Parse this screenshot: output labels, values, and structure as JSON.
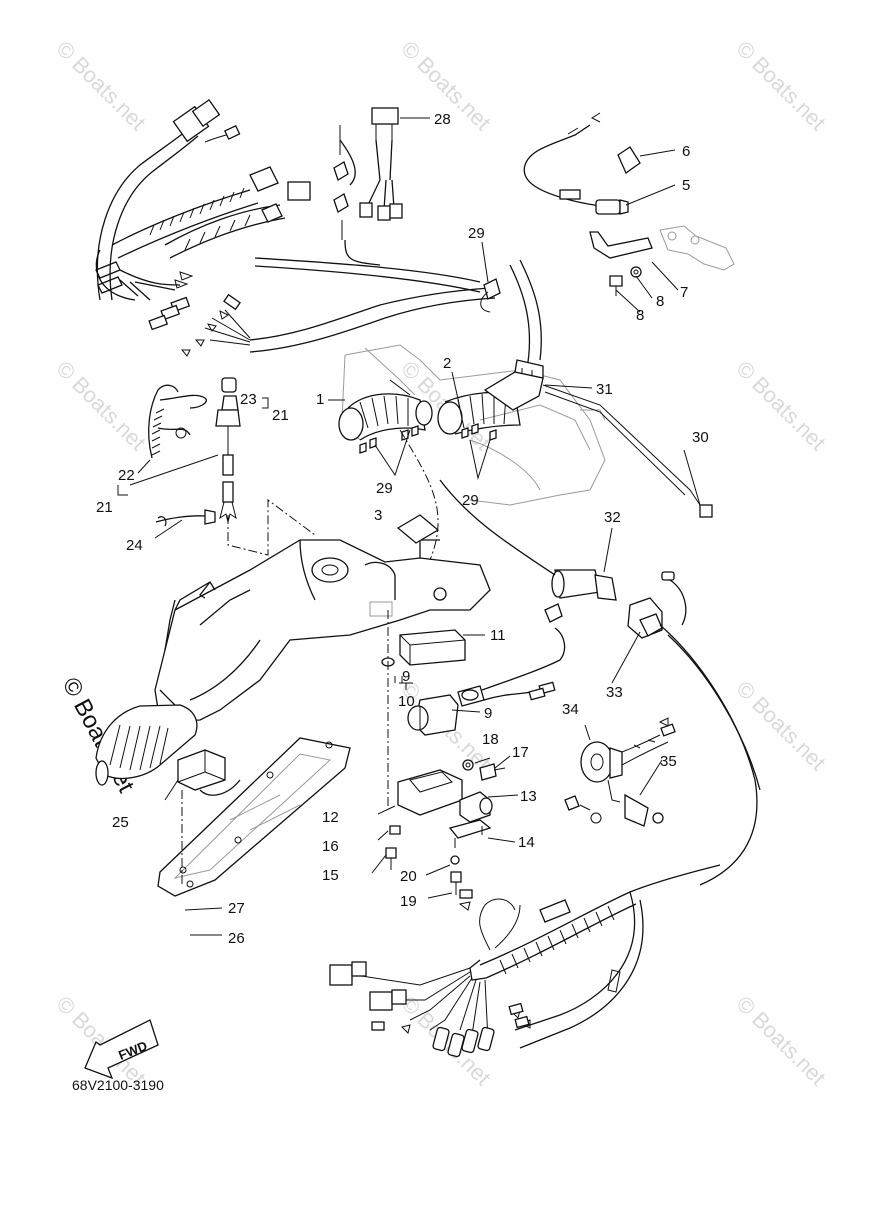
{
  "diagram": {
    "part_code": "68V2100-3190",
    "watermark": "© Boats.net",
    "fwd_label": "FWD",
    "callouts": [
      "1",
      "2",
      "3",
      "4",
      "5",
      "6",
      "7",
      "8",
      "9",
      "9",
      "10",
      "11",
      "12",
      "13",
      "14",
      "15",
      "16",
      "17",
      "18",
      "19",
      "20",
      "21",
      "21",
      "22",
      "23",
      "24",
      "25",
      "26",
      "27",
      "28",
      "29",
      "29",
      "29",
      "30",
      "31",
      "32",
      "33",
      "34",
      "35"
    ]
  }
}
